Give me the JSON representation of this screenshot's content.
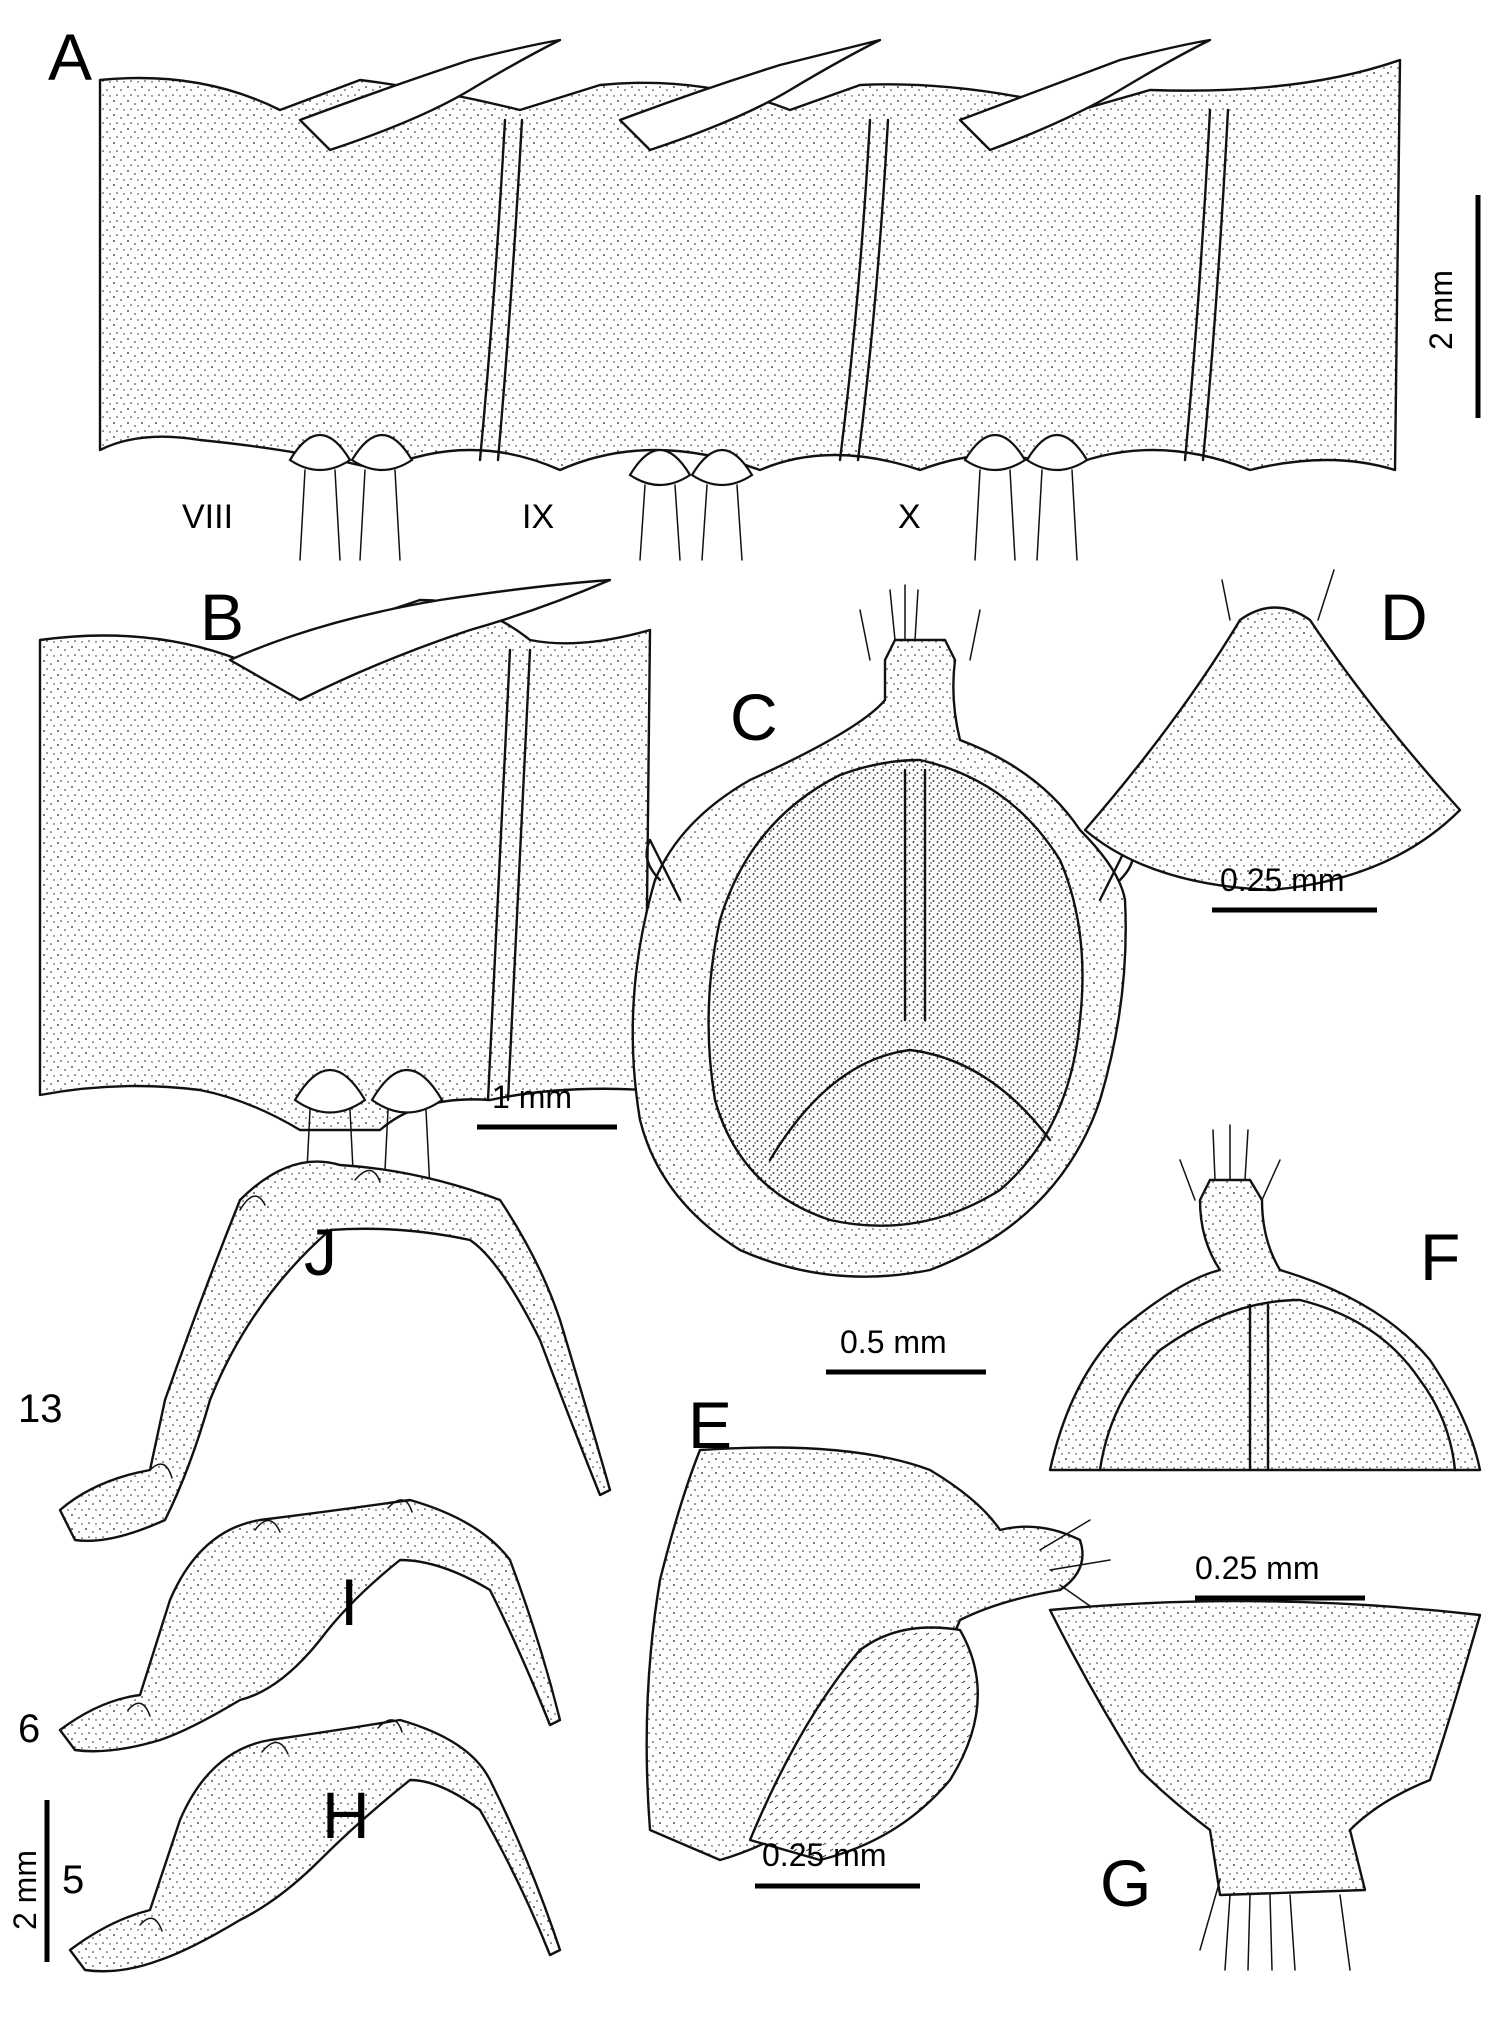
{
  "panels": {
    "A": {
      "letter": "A",
      "segments": [
        "VIII",
        "IX",
        "X"
      ],
      "scale": "2 mm"
    },
    "B": {
      "letter": "B",
      "scale": "1 mm"
    },
    "C": {
      "letter": "C",
      "scale": "0.5 mm"
    },
    "D": {
      "letter": "D",
      "scale": "0.25 mm"
    },
    "E": {
      "letter": "E",
      "scale": "0.25 mm"
    },
    "F": {
      "letter": "F",
      "scale": "0.25 mm"
    },
    "G": {
      "letter": "G"
    },
    "H": {
      "letter": "H",
      "leg": "5"
    },
    "I": {
      "letter": "I",
      "leg": "6"
    },
    "J": {
      "letter": "J",
      "leg": "13"
    },
    "legs_scale": "2 mm"
  }
}
